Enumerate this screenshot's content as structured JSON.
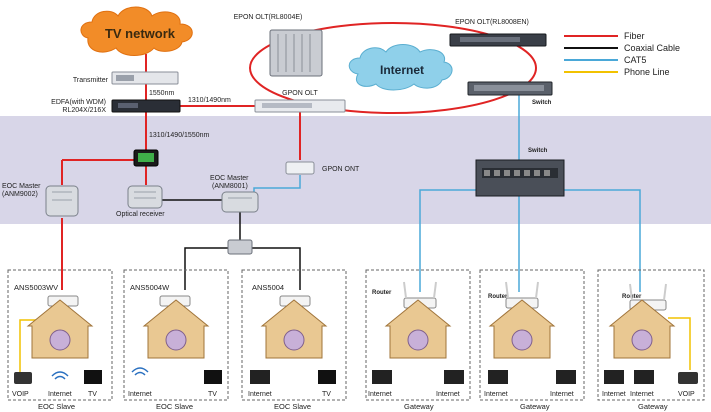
{
  "cloud_tv": "TV network",
  "cloud_internet": "Internet",
  "labels": {
    "transmitter": "Transmitter",
    "nm1550": "1550nm",
    "edfa_1": "EDFA(with WDM)",
    "edfa_2": "RL204X/216X",
    "nm_pair": "1310/1490nm",
    "nm_triple": "1310/1490/1550nm",
    "gpon_olt": "GPON OLT",
    "gpon_ont": "GPON ONT",
    "epon_4e": "EPON OLT(RL8004E)",
    "epon_8en": "EPON OLT(RL8008EN)",
    "switch_top": "Switch",
    "switch_mid": "Switch",
    "eoc_master_left_1": "EOC Master",
    "eoc_master_left_2": "(ANM9002)",
    "eoc_master_mid_1": "EOC Master",
    "eoc_master_mid_2": "(ANM8001)",
    "optical_receiver": "Optical receiver"
  },
  "legend": [
    {
      "label": "Fiber",
      "color": "#e02424"
    },
    {
      "label": "Coaxial Cable",
      "color": "#111111"
    },
    {
      "label": "CAT5",
      "color": "#4aa8d8"
    },
    {
      "label": "Phone Line",
      "color": "#f2c200"
    }
  ],
  "homes": [
    {
      "model": "ANS5003WV",
      "left": "VOIP",
      "mid": "Internet",
      "right": "TV",
      "group": "EOC Slave"
    },
    {
      "model": "ANS5004W",
      "left": "Internet",
      "mid": "",
      "right": "TV",
      "group": "EOC Slave"
    },
    {
      "model": "ANS5004",
      "left": "Internet",
      "mid": "",
      "right": "TV",
      "group": "EOC Slave"
    },
    {
      "model": "Router",
      "left": "Internet",
      "mid": "",
      "right": "Internet",
      "group": "Gateway"
    },
    {
      "model": "Router",
      "left": "Internet",
      "mid": "",
      "right": "Internet",
      "group": "Gateway"
    },
    {
      "model": "Router",
      "left": "Internet",
      "mid": "Internet",
      "right": "VOIP",
      "group": "Gateway"
    }
  ],
  "colors": {
    "band": "#d8d6e8",
    "fiber": "#e02424",
    "cat5": "#4aa8d8",
    "coax": "#111111",
    "phone": "#f2c200",
    "cloud_tv": "#f28c28",
    "cloud_internet": "#8fd0ea"
  }
}
